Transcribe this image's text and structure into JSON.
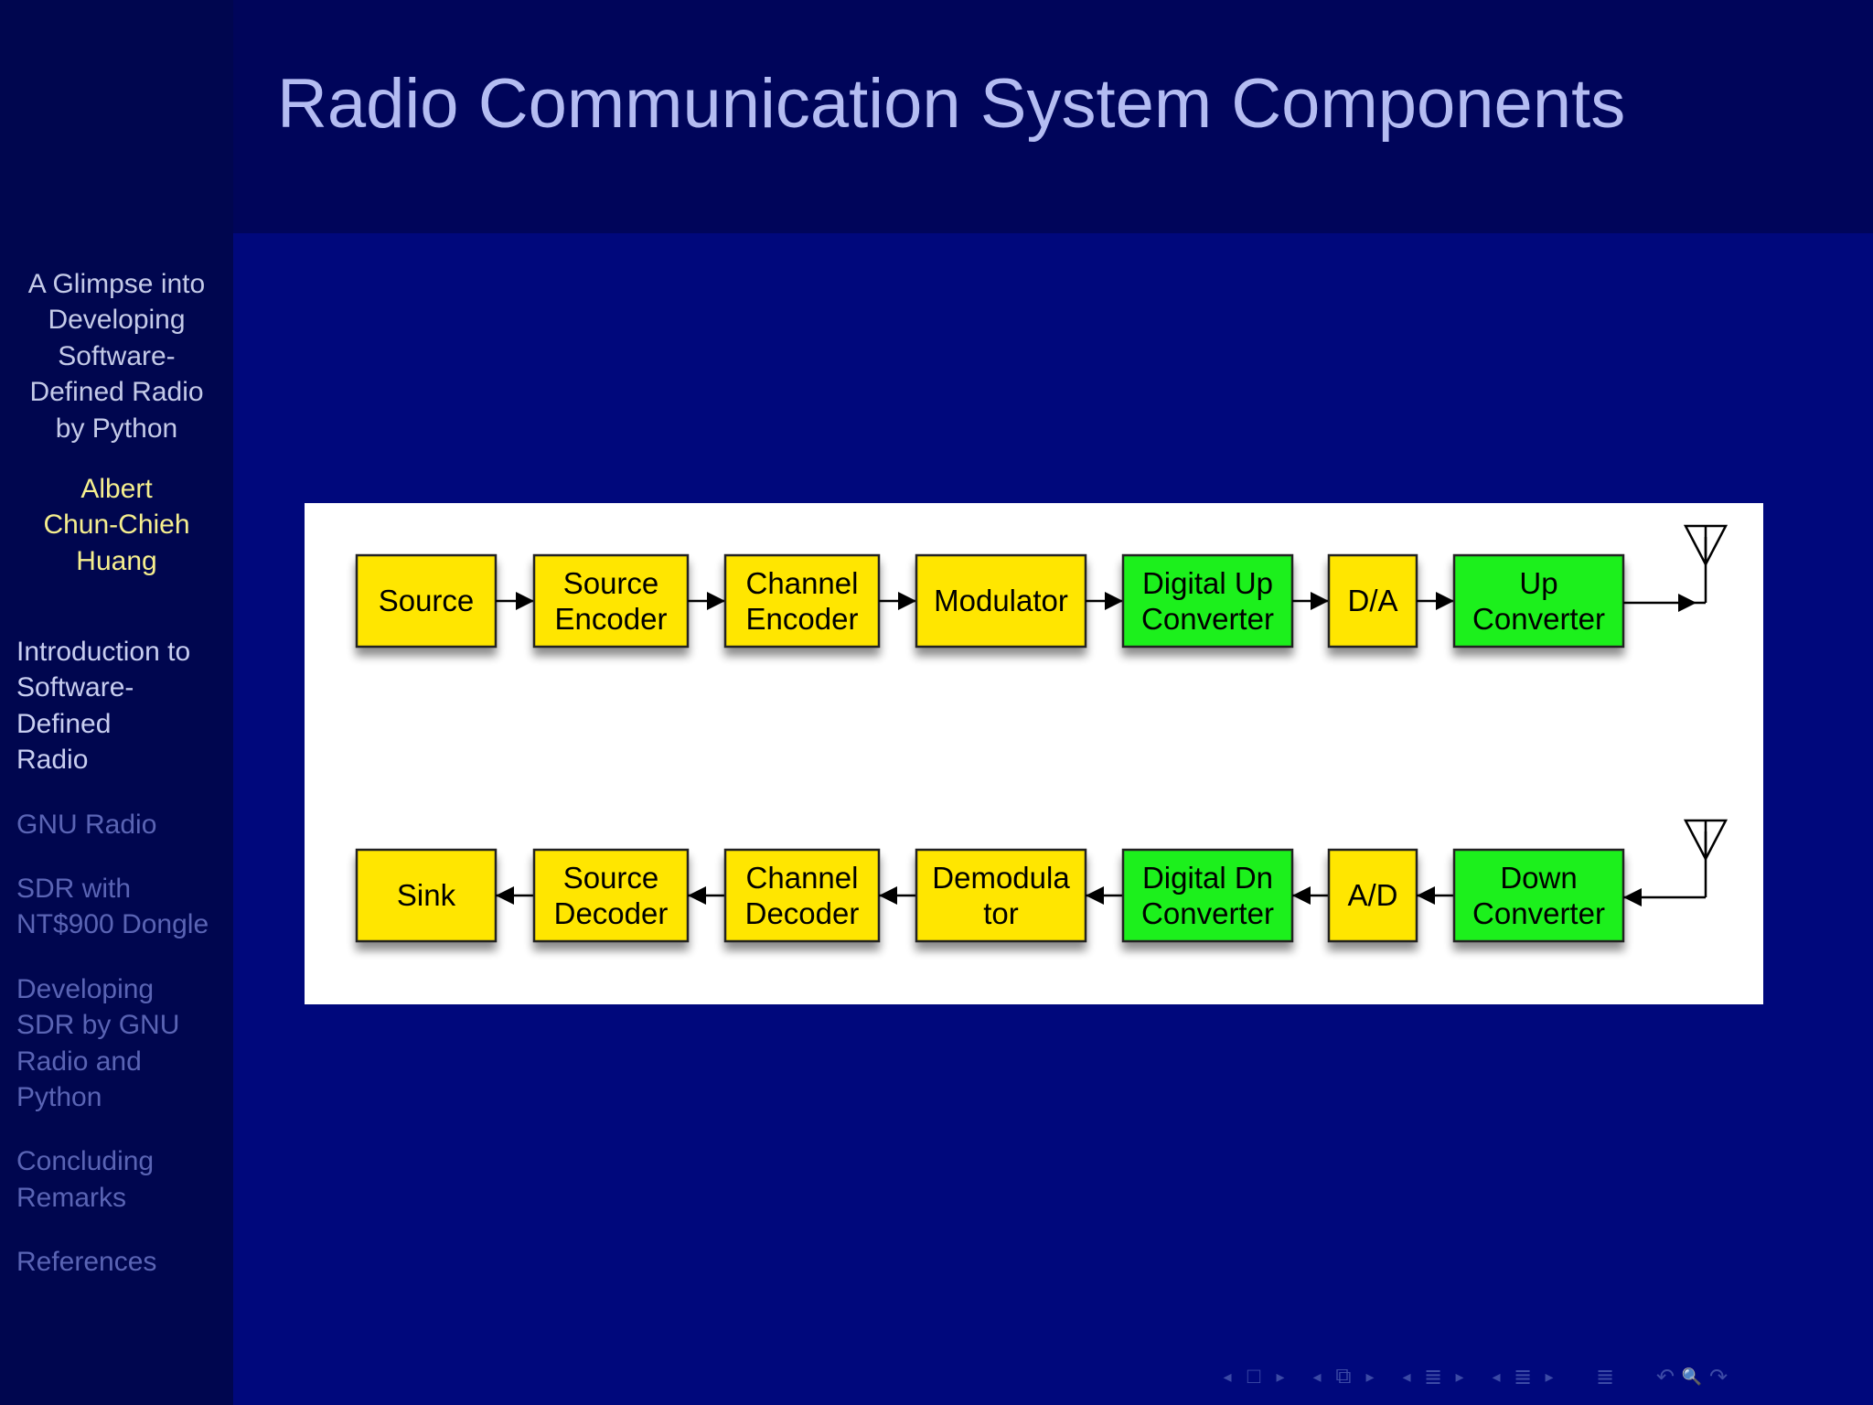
{
  "slide": {
    "title": "Radio Communication System Components"
  },
  "sidebar": {
    "presentation_title": "A Glimpse into Developing Software-Defined Radio by Python",
    "author": "Albert Chun-Chieh Huang",
    "sections": [
      {
        "label": "Introduction to Software-Defined Radio",
        "active": true
      },
      {
        "label": "GNU Radio",
        "active": false
      },
      {
        "label": "SDR with NT$900 Dongle",
        "active": false
      },
      {
        "label": "Developing SDR by GNU Radio and Python",
        "active": false
      },
      {
        "label": "Concluding Remarks",
        "active": false
      },
      {
        "label": "References",
        "active": false
      }
    ]
  },
  "diagram": {
    "colors": {
      "block": "#ffe600",
      "digital_block": "#1ff01f",
      "background": "#ffffff"
    },
    "transmit_chain": [
      {
        "label": "Source",
        "digital": false
      },
      {
        "label": "Source Encoder",
        "digital": false
      },
      {
        "label": "Channel Encoder",
        "digital": false
      },
      {
        "label": "Modulator",
        "digital": false
      },
      {
        "label": "Digital Up Converter",
        "digital": true
      },
      {
        "label": "D/A",
        "digital": false
      },
      {
        "label": "Up Converter",
        "digital": true
      }
    ],
    "receive_chain": [
      {
        "label": "Sink",
        "digital": false
      },
      {
        "label": "Source Decoder",
        "digital": false
      },
      {
        "label": "Channel Decoder",
        "digital": false
      },
      {
        "label": "Demodula tor",
        "digital": false
      },
      {
        "label": "Digital Dn Converter",
        "digital": true
      },
      {
        "label": "A/D",
        "digital": false
      },
      {
        "label": "Down Converter",
        "digital": true
      }
    ],
    "transmit_label_lines": [
      [
        "Source"
      ],
      [
        "Source",
        "Encoder"
      ],
      [
        "Channel",
        "Encoder"
      ],
      [
        "Modulator"
      ],
      [
        "Digital Up",
        "Converter"
      ],
      [
        "D/A"
      ],
      [
        "Up",
        "Converter"
      ]
    ],
    "receive_label_lines": [
      [
        "Sink"
      ],
      [
        "Source",
        "Decoder"
      ],
      [
        "Channel",
        "Decoder"
      ],
      [
        "Demodula",
        "tor"
      ],
      [
        "Digital Dn",
        "Converter"
      ],
      [
        "A/D"
      ],
      [
        "Down",
        "Converter"
      ]
    ]
  },
  "nav_controls": [
    "◂",
    "□",
    "▸",
    "◂",
    "⧉",
    "▸",
    "◂",
    "≣",
    "▸",
    "◂",
    "≣",
    "▸",
    "≣",
    "↶",
    "🔍",
    "↷"
  ]
}
